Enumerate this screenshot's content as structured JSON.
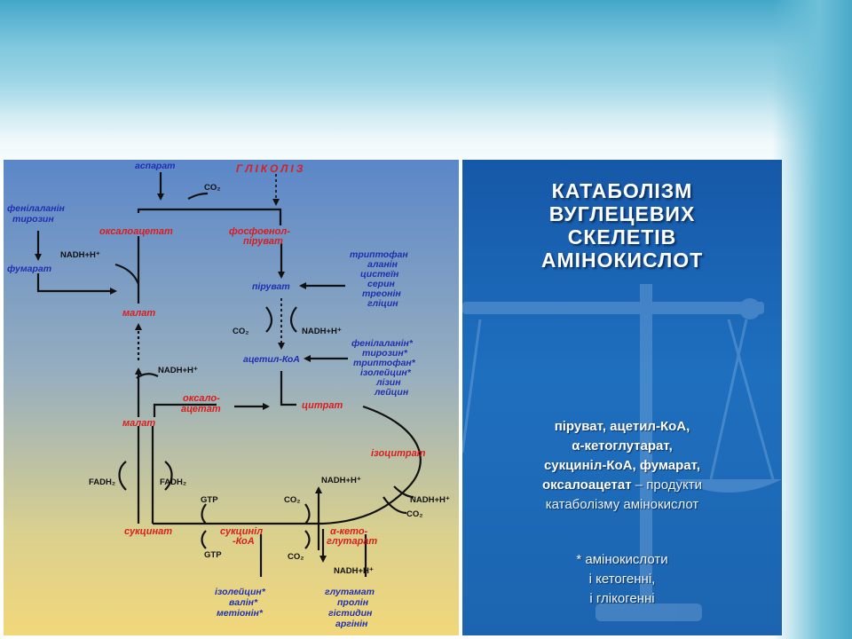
{
  "title_panel": {
    "title_lines": [
      "КАТАБОЛІЗМ",
      "ВУГЛЕЦЕВИХ",
      "СКЕЛЕТІВ",
      "АМІНОКИСЛОТ"
    ],
    "products_lines": [
      "піруват, ацетил-КоА,",
      "α-кетоглутарат,",
      "сукциніл-КоА, фумарат,"
    ],
    "products_last_bold": "оксалоацетат",
    "products_last_normal": " – продукти",
    "products_tail": "катаболізму амінокислот",
    "footnote_lines": [
      "* амінокислоти",
      "і кетогенні,",
      "і глікогенні"
    ]
  },
  "diagram": {
    "glycolysis": "ГЛІКОЛІЗ",
    "aspartate": "аспарат",
    "phe_tyr_1": [
      "фенілаланін",
      "тирозин"
    ],
    "fumarate": "фумарат",
    "oxaloacetate_top": "оксалоацетат",
    "pep": [
      "фосфоенол-",
      "піруват"
    ],
    "malate_top": "малат",
    "pyruvate": "піруват",
    "pyruvate_sources": [
      "триптофан",
      "аланін",
      "цистеїн",
      "серин",
      "треонін",
      "гліцин"
    ],
    "acetyl_coa": "ацетил-КоА",
    "acetyl_sources": [
      "фенілаланін*",
      "тирозин*",
      "триптофан*",
      "ізолейцин*",
      "лізин",
      "лейцин"
    ],
    "oxaloacetate_cycle": [
      "оксало-",
      "ацетат"
    ],
    "citrate": "цитрат",
    "malate_cycle": "малат",
    "isocitrate": "ізоцитрат",
    "succinate": "сукцинат",
    "succinyl_coa": [
      "сукциніл",
      "-КоА"
    ],
    "akg": [
      "α-кето-",
      "глутарат"
    ],
    "succ_sources": [
      "ізолейцин*",
      "валін*",
      "метіонін*"
    ],
    "akg_sources": [
      "глутамат",
      "пролін",
      "гістидин",
      "аргінін"
    ],
    "co2": "CO₂",
    "nadh": "NADH+H⁺",
    "fadh2": "FADH₂",
    "gtp": "GTP"
  }
}
